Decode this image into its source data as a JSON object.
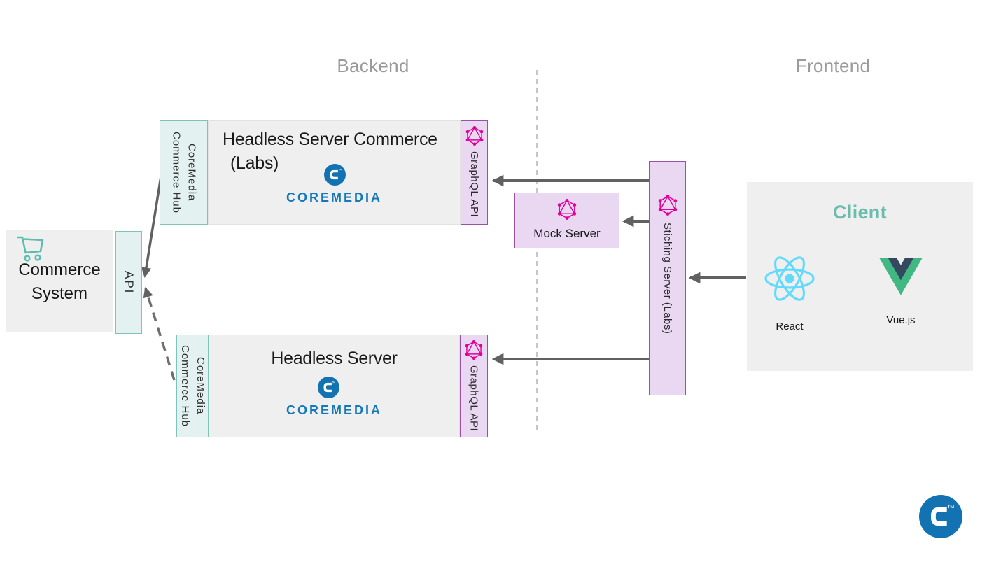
{
  "headings": {
    "backend": "Backend",
    "frontend": "Frontend"
  },
  "commerce_system": {
    "name": "Commerce\nSystem",
    "api_label": "API"
  },
  "headless_commerce": {
    "title": "Headless Server Commerce",
    "subtitle": "(Labs)",
    "hub_label": "CoreMedia\nCommerce Hub",
    "graphql_label": "GraphQL API",
    "brand_wordmark": "COREMEDIA"
  },
  "headless": {
    "title": "Headless Server",
    "hub_label": "CoreMedia\nCommerce Hub",
    "graphql_label": "GraphQL API",
    "brand_wordmark": "COREMEDIA"
  },
  "mock_server": {
    "label": "Mock Server"
  },
  "stitching_server": {
    "label": "Stiching Server (Labs)"
  },
  "client": {
    "title": "Client",
    "frameworks": [
      {
        "label": "React"
      },
      {
        "label": "Vue.js"
      }
    ]
  },
  "brand": {
    "trademark": "™"
  },
  "colors": {
    "graphql_pink": "#E10098",
    "coremedia_blue": "#1372B2",
    "wordmark_blue": "#1578B8",
    "react_blue": "#61DAFB",
    "vue_green": "#41B883",
    "vue_navy": "#35495E",
    "teal_fill": "#E3F2F0",
    "teal_border": "#7CC3BA",
    "purple_fill": "#EAD8F3",
    "purple_border": "#9A4FA8",
    "box_gray": "#EFEFEF",
    "arrow_gray": "#616161",
    "heading_gray": "#9B9B9B",
    "client_title_teal": "#6CBCAE"
  }
}
